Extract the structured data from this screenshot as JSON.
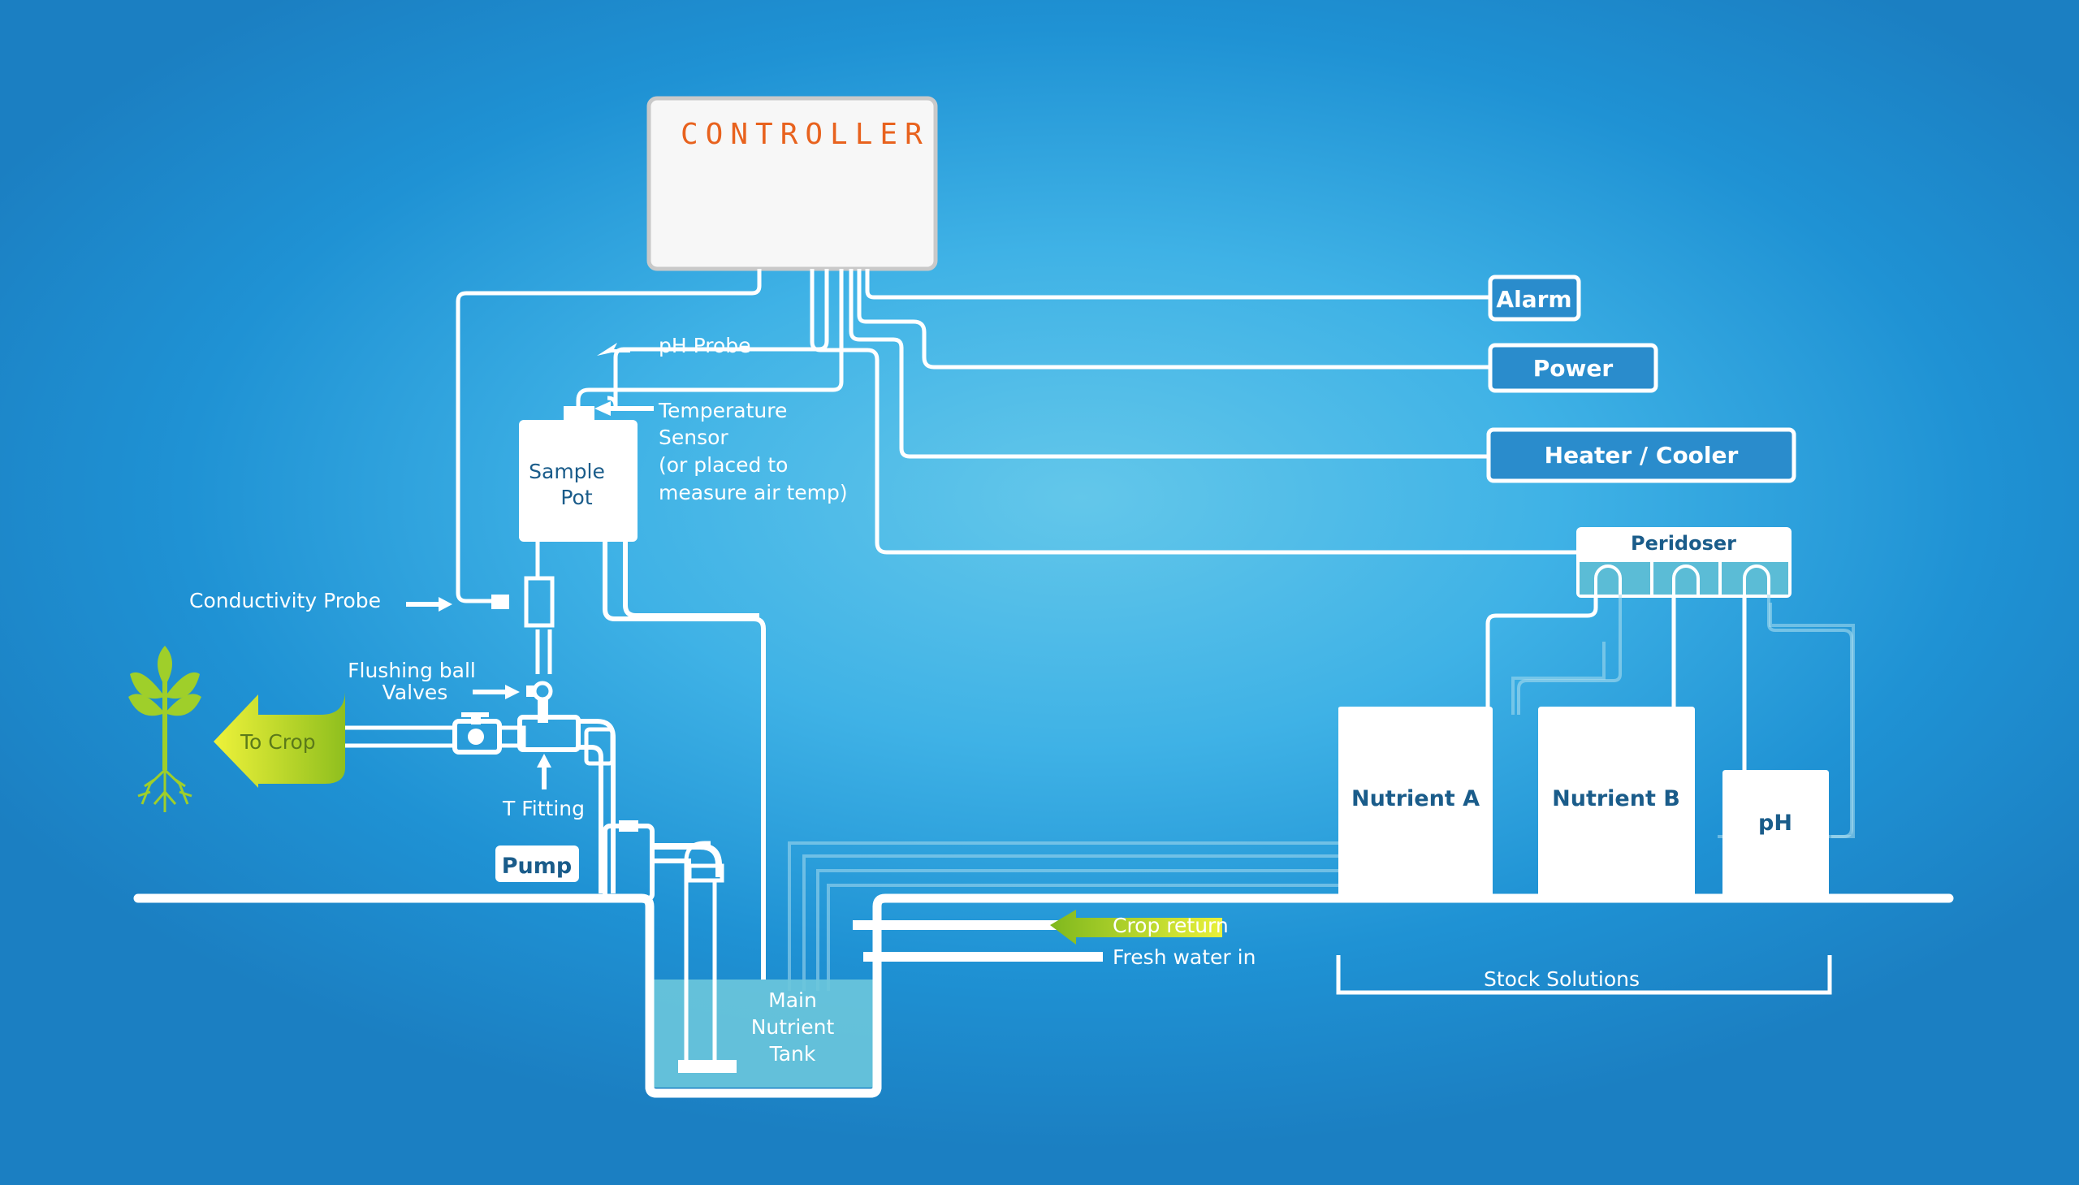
{
  "controller": {
    "title": "CONTROLLER"
  },
  "devices": {
    "alarm": "Alarm",
    "power": "Power",
    "heater_cooler": "Heater / Cooler",
    "peridoser": "Peridoser"
  },
  "labels": {
    "ph_probe": "pH Probe",
    "temperature_sensor": [
      "Temperature",
      "Sensor",
      "(or placed to",
      "measure air temp)"
    ],
    "sample_pot": [
      "Sample",
      "Pot"
    ],
    "conductivity_probe": "Conductivity Probe",
    "flushing_ball_valves": [
      "Flushing ball",
      "Valves"
    ],
    "to_crop": "To Crop",
    "t_fitting": "T Fitting",
    "pump": "Pump",
    "main_nutrient_tank": [
      "Main",
      "Nutrient",
      "Tank"
    ],
    "crop_return": "Crop return",
    "fresh_water_in": "Fresh water in"
  },
  "stock_solutions": {
    "title": "Stock Solutions",
    "containers": [
      "Nutrient A",
      "Nutrient B",
      "pH"
    ]
  },
  "colors": {
    "controller_title": "#e8621e",
    "device_box_fill": "#2a8ccc",
    "arrow_green": "#b7d41e",
    "tank_water": "#6cc6dc",
    "line": "#ffffff"
  }
}
